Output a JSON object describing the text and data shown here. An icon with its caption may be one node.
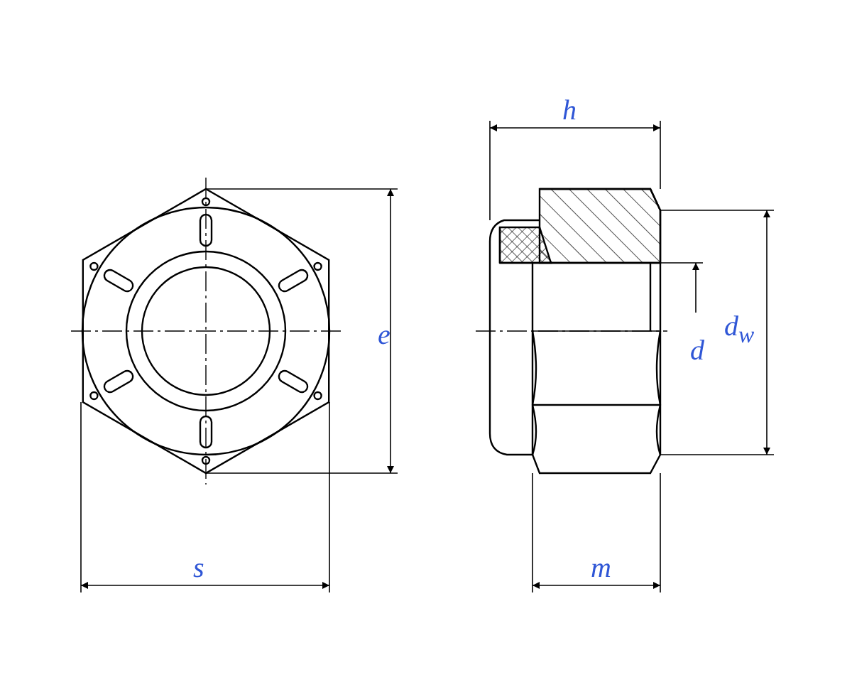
{
  "diagram": {
    "labels": [
      "h",
      "e",
      "d$_{w}$",
      "d",
      "s",
      "m"
    ]
  }
}
